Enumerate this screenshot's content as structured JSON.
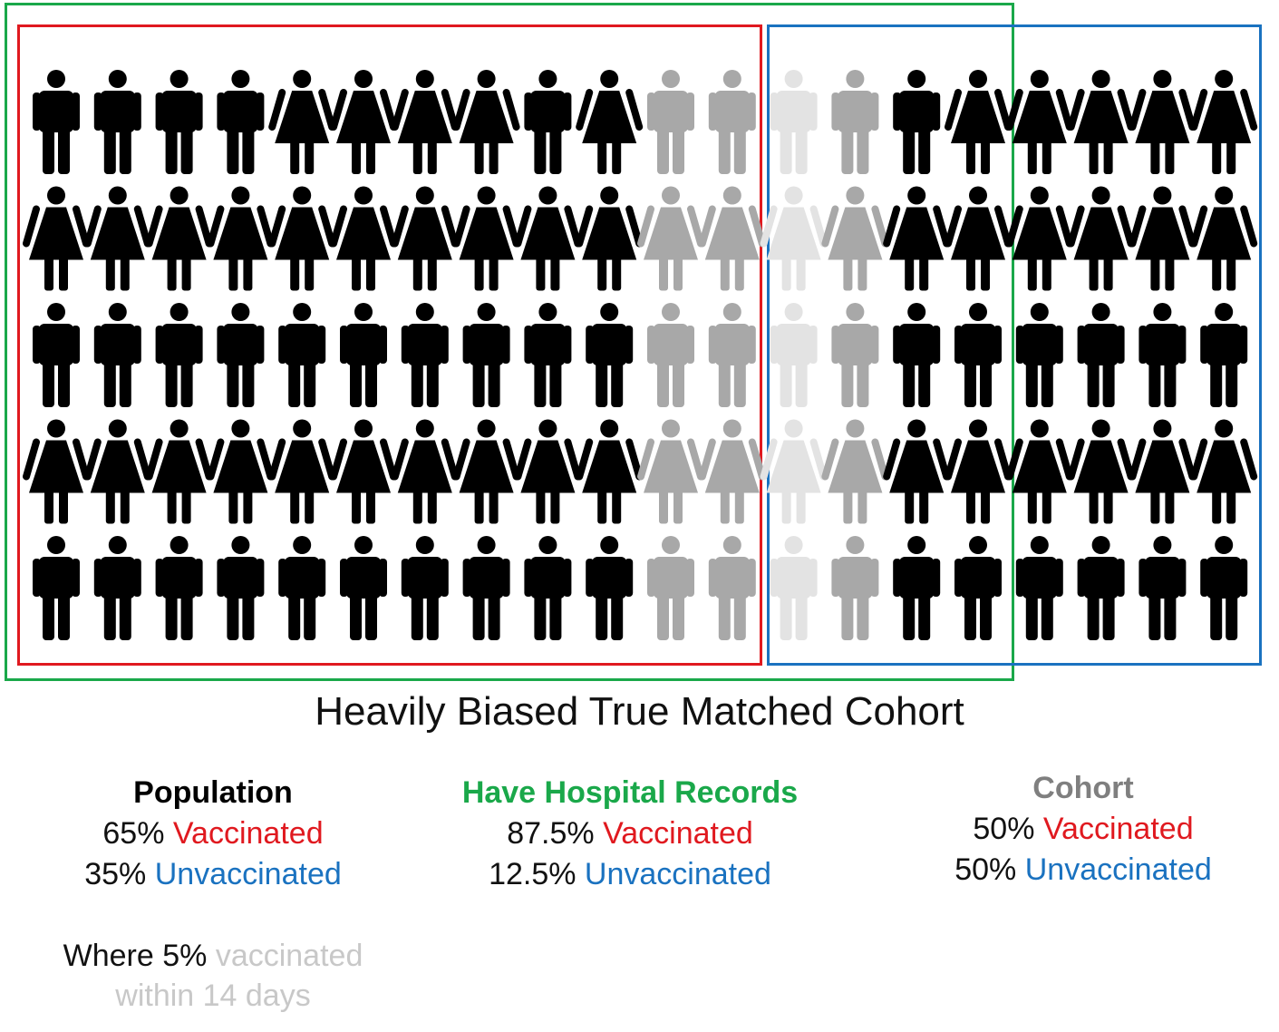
{
  "caption": "Heavily Biased True Matched Cohort",
  "colors": {
    "population_frame": "#e0191f",
    "records_frame": "#1aa84a",
    "cohort_frame": "#1a72c0",
    "person_dark": "#000000",
    "person_gray": "#a8a8a8",
    "person_light": "#e3e3e3",
    "vaccinated": "#e0191f",
    "unvaccinated": "#1a72c0",
    "records_title": "#1aa84a",
    "cohort_title": "#7f7f7f",
    "note_faded": "#c8c8c8"
  },
  "grid": {
    "rows": [
      "man",
      "woman",
      "man",
      "woman",
      "man"
    ],
    "row1_overrides": [
      "man",
      "man",
      "man",
      "man",
      "woman",
      "woman",
      "woman",
      "woman",
      "man",
      "woman",
      "man",
      "man",
      "man",
      "man",
      "man",
      "woman",
      "woman",
      "woman",
      "woman",
      "woman"
    ],
    "column_shades": [
      "dark",
      "dark",
      "dark",
      "dark",
      "dark",
      "dark",
      "dark",
      "dark",
      "dark",
      "dark",
      "gray",
      "gray",
      "light",
      "gray",
      "dark",
      "dark",
      "dark",
      "dark",
      "dark",
      "dark"
    ]
  },
  "legend": {
    "population": {
      "title": "Population",
      "vacc_pct": "65%",
      "vacc_label": "Vaccinated",
      "unvacc_pct": "35%",
      "unvacc_label": "Unvaccinated"
    },
    "records": {
      "title": "Have Hospital Records",
      "vacc_pct": "87.5%",
      "vacc_label": "Vaccinated",
      "unvacc_pct": "12.5%",
      "unvacc_label": "Unvaccinated"
    },
    "cohort": {
      "title": "Cohort",
      "vacc_pct": "50%",
      "vacc_label": "Vaccinated",
      "unvacc_pct": "50%",
      "unvacc_label": "Unvaccinated"
    }
  },
  "note": {
    "lead": "Where 5%",
    "faded_1": "vaccinated",
    "faded_2": "within 14 days"
  }
}
